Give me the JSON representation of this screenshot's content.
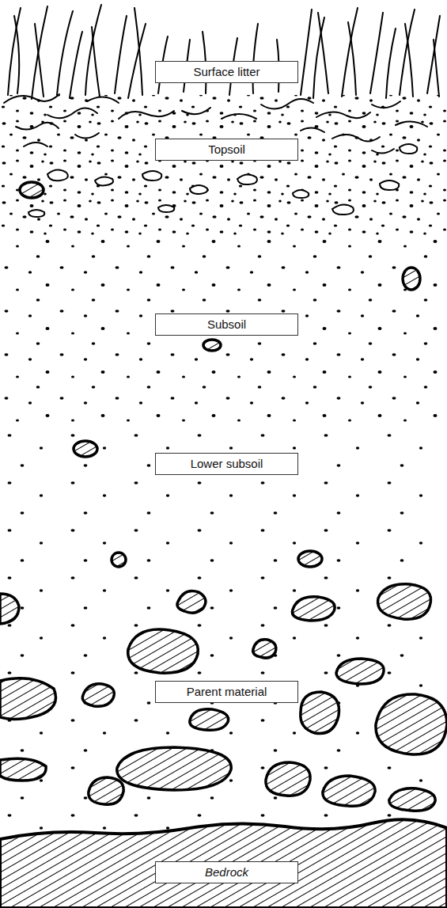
{
  "diagram": {
    "nodes": [
      {
        "text": [
          "Surface litter"
        ]
      },
      {
        "text": [
          "Topsoil"
        ]
      },
      {
        "text": [
          "Subsoil"
        ]
      },
      {
        "text": [
          "Lower subsoil"
        ]
      },
      {
        "text": [
          "Parent material"
        ]
      },
      {
        "text": [
          "Bedrock"
        ]
      }
    ]
  }
}
